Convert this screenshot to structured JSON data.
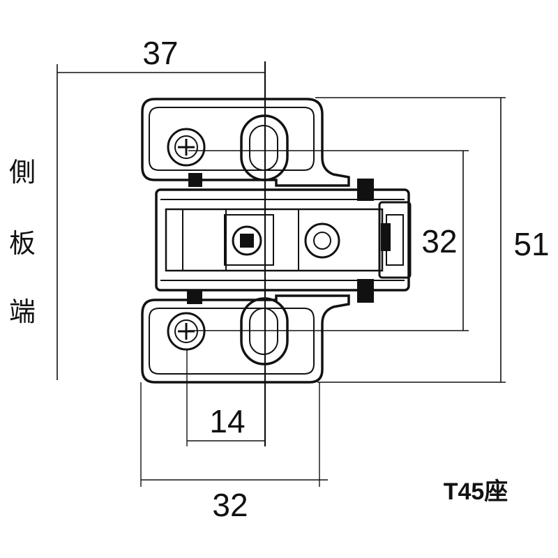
{
  "dimensions": {
    "width_from_side": "37",
    "hole_pitch_vertical": "32",
    "overall_height": "51",
    "screw_offset": "14",
    "base_width": "32"
  },
  "side_label": [
    "側",
    "板",
    "端"
  ],
  "model_label": "T45座"
}
